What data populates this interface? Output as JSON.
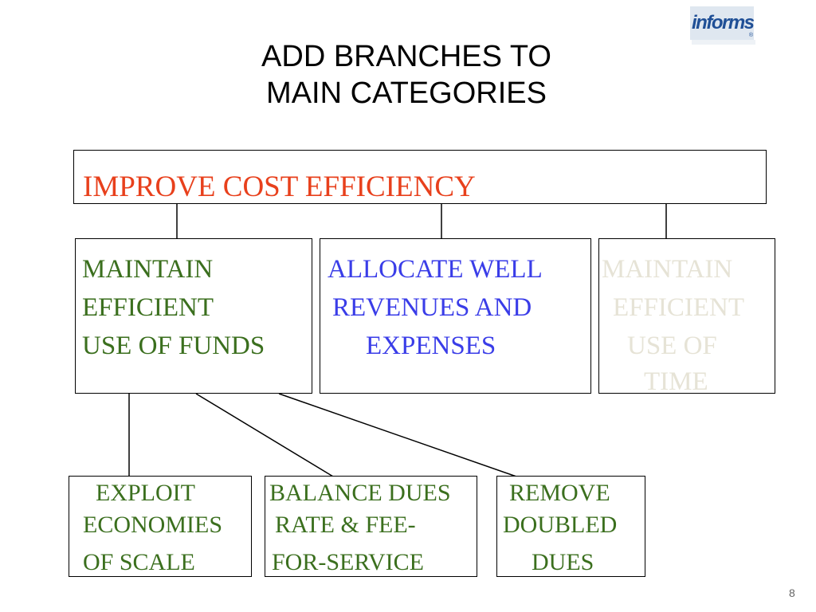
{
  "title": {
    "line1": "ADD BRANCHES TO",
    "line2": "MAIN CATEGORIES"
  },
  "logo": {
    "text": "informs",
    "mark": "®"
  },
  "colors": {
    "root": "#e8401c",
    "green": "#3b6f1e",
    "blue": "#3a3de8",
    "faded": "#e6e3d6",
    "line": "#000000"
  },
  "root": {
    "label": "IMPROVE COST EFFICIENCY"
  },
  "categories": [
    {
      "lines": [
        "MAINTAIN",
        "EFFICIENT",
        "USE OF FUNDS"
      ]
    },
    {
      "lines": [
        "ALLOCATE WELL",
        "REVENUES AND",
        "EXPENSES"
      ]
    },
    {
      "lines": [
        "MAINTAIN",
        "EFFICIENT",
        "USE OF",
        "TIME"
      ]
    }
  ],
  "branches": [
    {
      "lines": [
        "EXPLOIT",
        "ECONOMIES",
        "OF SCALE"
      ]
    },
    {
      "lines": [
        "BALANCE DUES",
        "RATE & FEE-",
        "FOR-SERVICE"
      ]
    },
    {
      "lines": [
        "REMOVE",
        "DOUBLED",
        "DUES"
      ]
    }
  ],
  "page_number": "8"
}
